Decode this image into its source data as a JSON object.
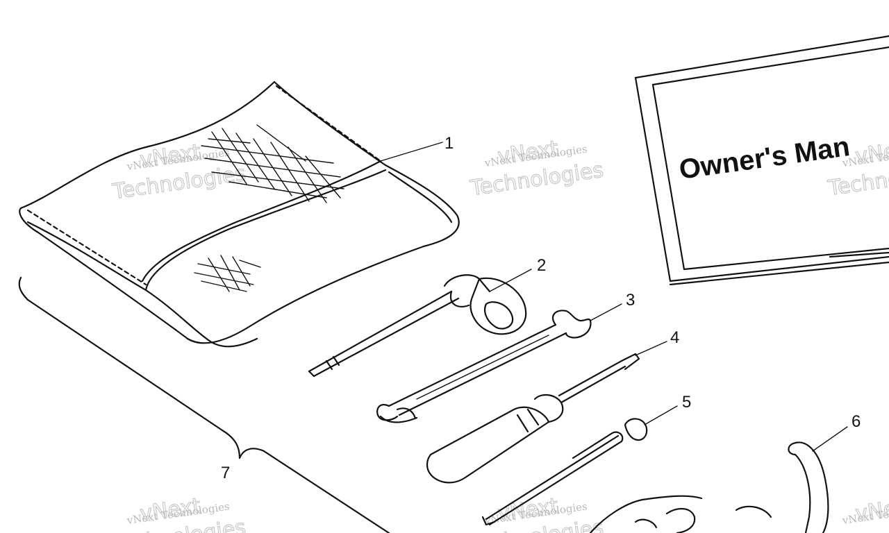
{
  "diagram": {
    "callouts": [
      {
        "id": "1",
        "label": "1"
      },
      {
        "id": "2",
        "label": "2"
      },
      {
        "id": "3",
        "label": "3"
      },
      {
        "id": "4",
        "label": "4"
      },
      {
        "id": "5",
        "label": "5"
      },
      {
        "id": "6",
        "label": "6"
      },
      {
        "id": "7",
        "label": "7"
      }
    ],
    "manual_title": "Owner's Man",
    "watermark": {
      "small": "vNext Technologies",
      "big_line1": "vNext",
      "big_line2": "Technologies"
    }
  }
}
